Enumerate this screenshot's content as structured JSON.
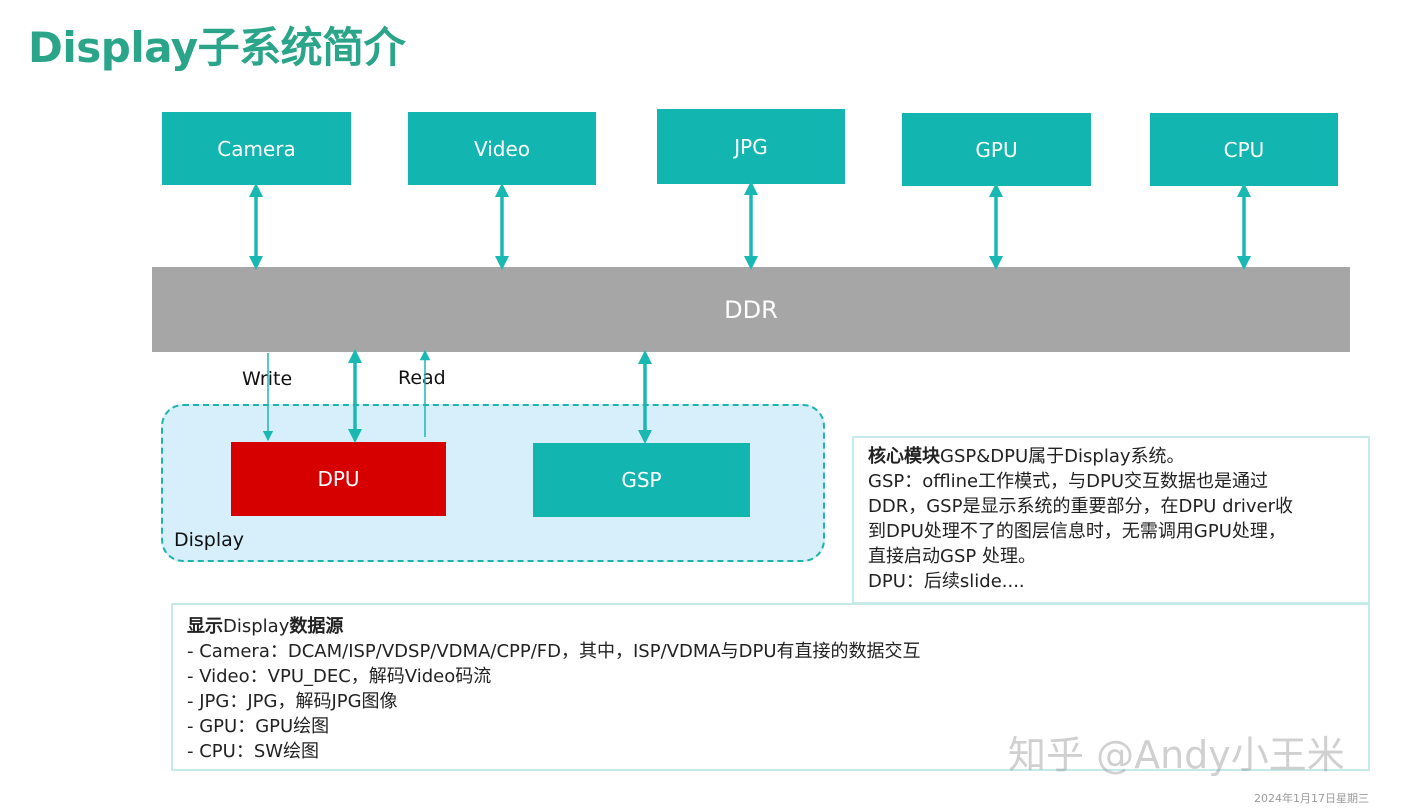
{
  "title": "Display子系统简介",
  "sources": {
    "camera": "Camera",
    "video": "Video",
    "jpg": "JPG",
    "gpu": "GPU",
    "cpu": "CPU"
  },
  "ddr": "DDR",
  "flow": {
    "write": "Write",
    "read": "Read"
  },
  "display": {
    "label": "Display",
    "dpu": "DPU",
    "gsp": "GSP"
  },
  "core_note": {
    "lead_bold": "核心模块",
    "lead_rest": "GSP&DPU属于Display系统。",
    "line1": "GSP：offline工作模式，与DPU交互数据也是通过",
    "line2": "DDR，GSP是显示系统的重要部分，在DPU driver收",
    "line3": "到DPU处理不了的图层信息时，无需调用GPU处理，",
    "line4": "直接启动GSP 处理。",
    "line5": "DPU：后续slide...."
  },
  "source_note": {
    "heading_bold": "显示",
    "heading_mid": "Display",
    "heading_bold2": "数据源",
    "items": [
      "- Camera：DCAM/ISP/VDSP/VDMA/CPP/FD，其中，ISP/VDMA与DPU有直接的数据交互",
      "- Video：VPU_DEC，解码Video码流",
      "- JPG：JPG，解码JPG图像",
      "- GPU：GPU绘图",
      "- CPU：SW绘图"
    ]
  },
  "watermark": "知乎 @Andy小王米",
  "date": "2024年1月17日星期三",
  "colors": {
    "teal": "#12b5b0",
    "red": "#d60000",
    "ddr": "#a6a6a6",
    "title": "#2aa58a"
  }
}
